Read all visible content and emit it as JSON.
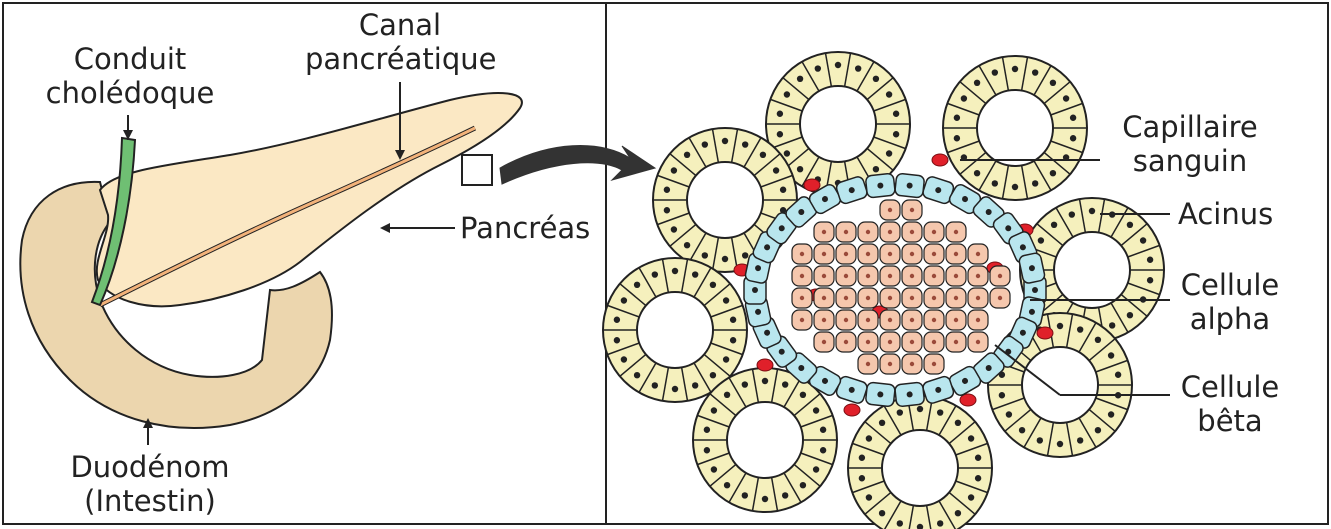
{
  "labels": {
    "conduit_choledoque": [
      "Conduit",
      "cholédoque"
    ],
    "canal_pancreatique": [
      "Canal",
      "pancréatique"
    ],
    "pancreas": "Pancréas",
    "duodenum": [
      "Duodénom",
      "(Intestin)"
    ],
    "capillaire": [
      "Capillaire",
      "sanguin"
    ],
    "acinus": "Acinus",
    "cellule_alpha": [
      "Cellule",
      "alpha"
    ],
    "cellule_beta": [
      "Cellule",
      "bêta"
    ]
  },
  "colors": {
    "pancreas_fill": "#fbe8c4",
    "duodenum_fill": "#ecd6ae",
    "bile_duct": "#6fbf73",
    "pancreatic_duct": "#f2b27a",
    "acinus_cell": "#f5f0bd",
    "alpha_cell": "#b9e6ee",
    "beta_cell": "#f5c7ad",
    "capillary": "#e0202a",
    "nucleus": "#222222",
    "outline": "#222222"
  }
}
